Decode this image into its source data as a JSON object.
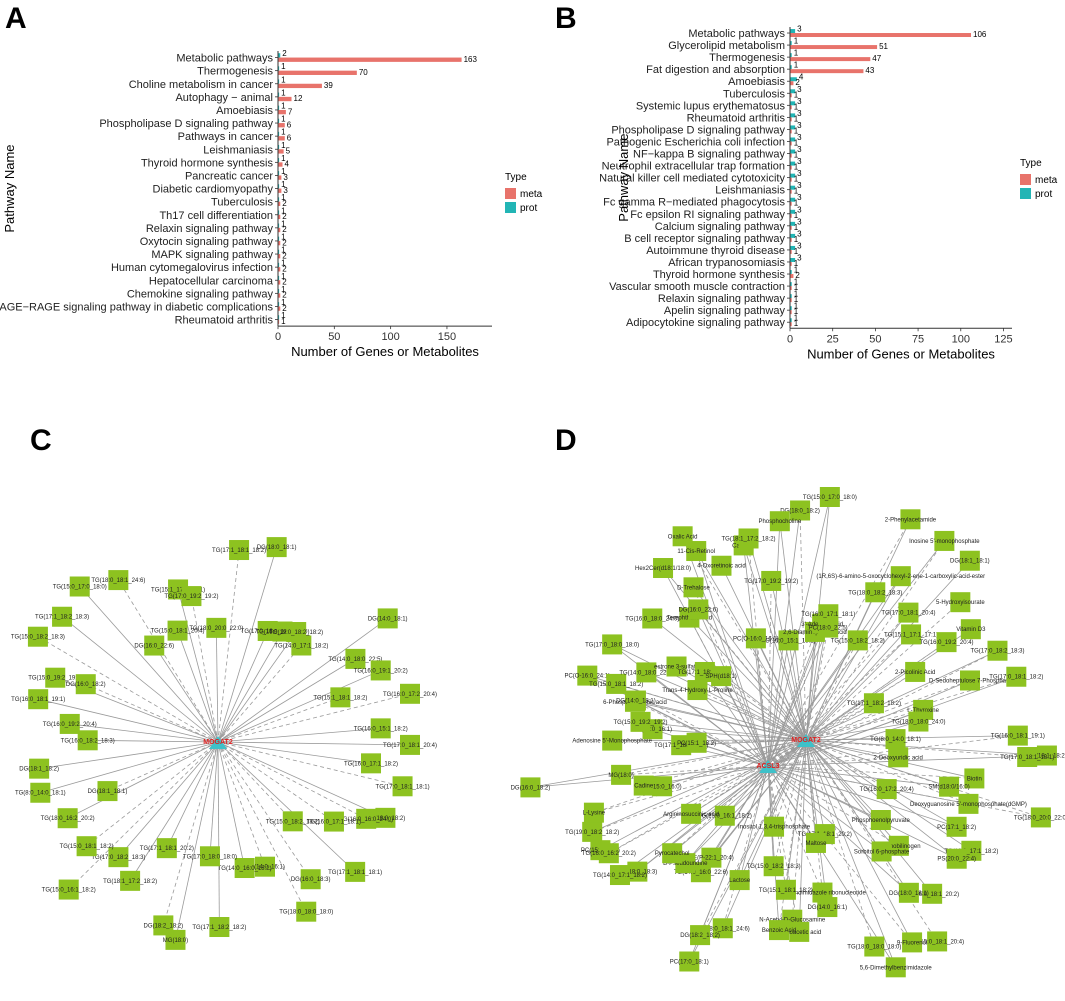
{
  "panels": {
    "a": "A",
    "b": "B",
    "c": "C",
    "d": "D"
  },
  "colors": {
    "meta": "#E8736B",
    "prot": "#22B5B5",
    "node": "#8DC220",
    "hub": "#3EC1C9",
    "hub_text": "#E02020",
    "edge": "#9a9a9a"
  },
  "chart_data": [
    {
      "type": "bar",
      "orientation": "horizontal",
      "panel": "A",
      "ylabel": "Pathway Name",
      "xlabel": "Number of Genes or Metabolites",
      "xlim": [
        0,
        190
      ],
      "xticks": [
        0,
        50,
        100,
        150
      ],
      "legend": {
        "title": "Type",
        "placement": "right",
        "entries": [
          "meta",
          "prot"
        ]
      },
      "categories": [
        "Metabolic pathways",
        "Thermogenesis",
        "Choline metabolism in cancer",
        "Autophagy − animal",
        "Amoebiasis",
        "Phospholipase D signaling pathway",
        "Pathways in cancer",
        "Leishmaniasis",
        "Thyroid hormone synthesis",
        "Pancreatic cancer",
        "Diabetic cardiomyopathy",
        "Tuberculosis",
        "Th17 cell differentiation",
        "Relaxin signaling pathway",
        "Oxytocin signaling pathway",
        "MAPK signaling pathway",
        "Human cytomegalovirus infection",
        "Hepatocellular carcinoma",
        "Chemokine signaling pathway",
        "AGE−RAGE signaling pathway in diabetic complications",
        "Rheumatoid arthritis"
      ],
      "series": [
        {
          "name": "prot",
          "values": [
            2,
            1,
            1,
            1,
            1,
            1,
            1,
            1,
            1,
            1,
            1,
            1,
            1,
            1,
            1,
            1,
            1,
            1,
            1,
            1,
            1
          ]
        },
        {
          "name": "meta",
          "values": [
            163,
            70,
            39,
            12,
            7,
            6,
            6,
            5,
            4,
            3,
            3,
            2,
            2,
            2,
            2,
            2,
            2,
            2,
            2,
            2,
            1
          ]
        }
      ]
    },
    {
      "type": "bar",
      "orientation": "horizontal",
      "panel": "B",
      "ylabel": "Pathway Name",
      "xlabel": "Number of Genes or Metabolites",
      "xlim": [
        0,
        130
      ],
      "xticks": [
        0,
        25,
        50,
        75,
        100,
        125
      ],
      "legend": {
        "title": "Type",
        "placement": "right",
        "entries": [
          "meta",
          "prot"
        ]
      },
      "categories": [
        "Metabolic pathways",
        "Glycerolipid metabolism",
        "Thermogenesis",
        "Fat digestion and absorption",
        "Amoebiasis",
        "Tuberculosis",
        "Systemic lupus erythematosus",
        "Rheumatoid arthritis",
        "Phospholipase D signaling pathway",
        "Pathogenic Escherichia coli infection",
        "NF−kappa B signaling pathway",
        "Neutrophil extracellular trap formation",
        "Natural killer cell mediated cytotoxicity",
        "Leishmaniasis",
        "Fc gamma R−mediated phagocytosis",
        "Fc epsilon RI signaling pathway",
        "Calcium signaling pathway",
        "B cell receptor signaling pathway",
        "Autoimmune thyroid disease",
        "African trypanosomiasis",
        "Thyroid hormone synthesis",
        "Vascular smooth muscle contraction",
        "Relaxin signaling pathway",
        "Apelin signaling pathway",
        "Adipocytokine signaling pathway"
      ],
      "series": [
        {
          "name": "prot",
          "values": [
            3,
            1,
            1,
            1,
            4,
            3,
            3,
            3,
            3,
            3,
            3,
            3,
            3,
            3,
            3,
            3,
            3,
            3,
            3,
            3,
            1,
            1,
            1,
            1,
            1
          ]
        },
        {
          "name": "meta",
          "values": [
            106,
            51,
            47,
            43,
            2,
            1,
            1,
            1,
            1,
            1,
            1,
            1,
            1,
            1,
            1,
            1,
            1,
            1,
            1,
            1,
            2,
            1,
            1,
            1,
            1
          ]
        }
      ]
    }
  ],
  "network_c": {
    "hub": "MOGAT2",
    "nodes": [
      "TG(18:0_20:0_22:0)",
      "TG(17:1_18:1_18:2)",
      "DG(18:0_18:1)",
      "TG(17:0_18:1_18:2)",
      "TG(16:0_18:0_24:0)",
      "TG(19:0_18:2_18:2)",
      "TG(14:0_17:1_18:2)",
      "DG(14:0_18:1)",
      "TG(14:0_18:0_22:5)",
      "TG(16:0_19:1_20:2)",
      "TG(15:1_18:1_18:2)",
      "TG(16:0_17:2_20:4)",
      "TG(16:0_15:1_18:2)",
      "TG(17:0_18:1_20:4)",
      "TG(16:0_17:1_18:2)",
      "TG(17:0_18:1_18:1)",
      "DG(18:0_18:2)",
      "TG(16:0_16:0_24:0)",
      "TG(16:0_17:1_18:1)",
      "TG(17:1_18:1_18:1)",
      "TG(15:0_18:2_18:2)",
      "DG(16:0_18:3)",
      "TG(18:0_18:0_18:0)",
      "DG(14:0_16:1)",
      "TG(14:0_16:0_18:2)",
      "TG(17:1_18:2_18:2)",
      "TG(17:0_18:0_18:0)",
      "MG(18:0)",
      "DG(18:2_18:2)",
      "TG(17:1_18:1_20:2)",
      "TG(18:1_17:2_18:2)",
      "TG(17:0_18:2_18:3)",
      "TG(15:0_16:1_18:2)",
      "TG(15:0_18:1_18:2)",
      "TG(18:0_16:2_20:2)",
      "DG(18:1_18:1)",
      "TG(8:0_14:0_18:1)",
      "DG(18:1_18:2)",
      "TG(16:0_18:2_18:3)",
      "TG(16:0_19:2_20:4)",
      "TG(16:0_18:1_19:1)",
      "TG(15:0_19:2_19:2)",
      "DG(16:0_18:2)",
      "TG(15:0_18:2_18:3)",
      "TG(17:1_18:2_18:3)",
      "TG(15:0_17:0_18:0)",
      "DG(16:0_22:6)",
      "TG(18:0_18:1_24:6)",
      "TG(15:0_18:1_20:4)",
      "TG(15:1_17:1_17:1)",
      "TG(17:0_19:2_19:2)"
    ]
  },
  "network_d": {
    "hubs": [
      "MOGAT2",
      "ACSL3"
    ],
    "nodes": [
      "TG(16:0_15:1_18:2)",
      "DG(18:0_18:2)",
      "TG(15:0_17:0_18:0)",
      "2,6-Diaminopimelic acid",
      "3'-Adenylic acid",
      "TG(16:0_17:1_18:1)",
      "PC(18:0_22:5)",
      "2-Phenylacetamide",
      "TG(18:0_18:2_18:3)",
      "(1R,6S)-6-amino-5-oxocyclohexyl-2-ene-1-carboxylic-acid-ester",
      "TG(15:0_18:2_18:2)",
      "Inosine 5'-monophosphate",
      "TG(17:0_18:1_20:4)",
      "DG(18:1_18:1)",
      "TG(15:1_17:1_17:1)",
      "5-Hydroxyisourate",
      "Vitamin D3",
      "TG(16:0_19:2_20:4)",
      "2-Picolinic Acid",
      "TG(17:0_18:2_18:3)",
      "TG(17:1_18:2_18:2)",
      "D-Sedoheptulose 7-Phosphate",
      "TG(17:0_18:1_18:2)",
      "L-Thyroxine",
      "TG(18:0_18:0_24:0)",
      "TG(16:0_18:1_19:1)",
      "TG(8:0_14:0_18:1)",
      "DG(18:1_18:2)",
      "TG(17:0_18:1_18:1)",
      "2-Deoxyuridic acid",
      "Biotin",
      "SM(d18:0/16:0)",
      "TG(18:0_20:0_22:0)",
      "Deoxyguanosine 5'-monophosphate(dGMP)",
      "PC(17:1_18:2)",
      "TG(16:0_17:2_20:4)",
      "TG(16:0_17:1_18:2)",
      "PS(20:0_22:4)",
      "Phosphoenolpyruvate",
      "Porphobilinogen",
      "TG(16:0_18:1_20:2)",
      "DG(18:0_18:1)",
      "Sorbitol 6-phosphate",
      "TG(15:0_18:1_20:4)",
      "9-Fluorenol",
      "5,6-Dimethylbenzimidazole",
      "TG(17:1_18:1_20:2)",
      "TG(18:0_18:0_18:0)",
      "Maltose",
      "DG(14:0_16:1)",
      "5-Aminoimidazole ribonucleotide",
      "Oxaloacetic acid",
      "TG(15:1_18:1_18:2)",
      "N-Acetyl-D-Glucosamine",
      "Benzoic Acid",
      "TG(15:0_18:2_18:3)",
      "Inositol 1,3,4-trisphosphate",
      "TG(18:0_18:1_24:6)",
      "Lactose",
      "PC(17:0_18:1)",
      "DG(18:2_18:2)",
      "PE(P-22:1_20:4)",
      "TG(14:0_16:0_22:6)",
      "TG(15:0_16:1_18:2)",
      "B-Pseudouridine",
      "Pyrocatechol",
      "DG(18:0_18:3)",
      "TG(14:0_17:1_18:2)",
      "Argininosuccinic acid",
      "PC(15:0_20:4)",
      "TG(16:0_16:2_20:2)",
      "TG(19:0_18:2_18:2)",
      "PC(15:0_16:0)",
      "L-Lysine",
      "Cadine",
      "DG(16:0_18:2)",
      "MG(18:0)",
      "TG(17:1_18:1_18:2)",
      "Adenosine 5'-Monophosphate",
      "PC(15:1_18:2)",
      "PC(14:0_16:1)",
      "TG(15:0_19:2_19:2)",
      "6-Phosphogluconic acid",
      "DG(14:0_18:1)",
      "PC(O-16:0_24:1)",
      "TG(15:0_18:1_18:2)",
      "TG(14:0_18:0_22:5)",
      "TG(17:0_18:0_18:0)",
      "Trans-4-Hydroxy-L-Proline",
      "estrone 3-sulfate",
      "TG(17:1_18:2_18:3)",
      "TG(16:0_18:0_24:0)",
      "SPH(d18:1)",
      "Terephthalic Acid",
      "Hex2Cer(d18:1/18:0)",
      "D-Trehalose",
      "DG(16:0_22:6)",
      "11-Cis-Retinol",
      "Oxalic Acid",
      "4-Oxoretinoic acid",
      "PC(O-16:0_16:1)",
      "Calcitriol",
      "TG(18:1_17:2_18:2)",
      "TG(17:0_19:2_19:2)",
      "Phosphocholine"
    ]
  }
}
